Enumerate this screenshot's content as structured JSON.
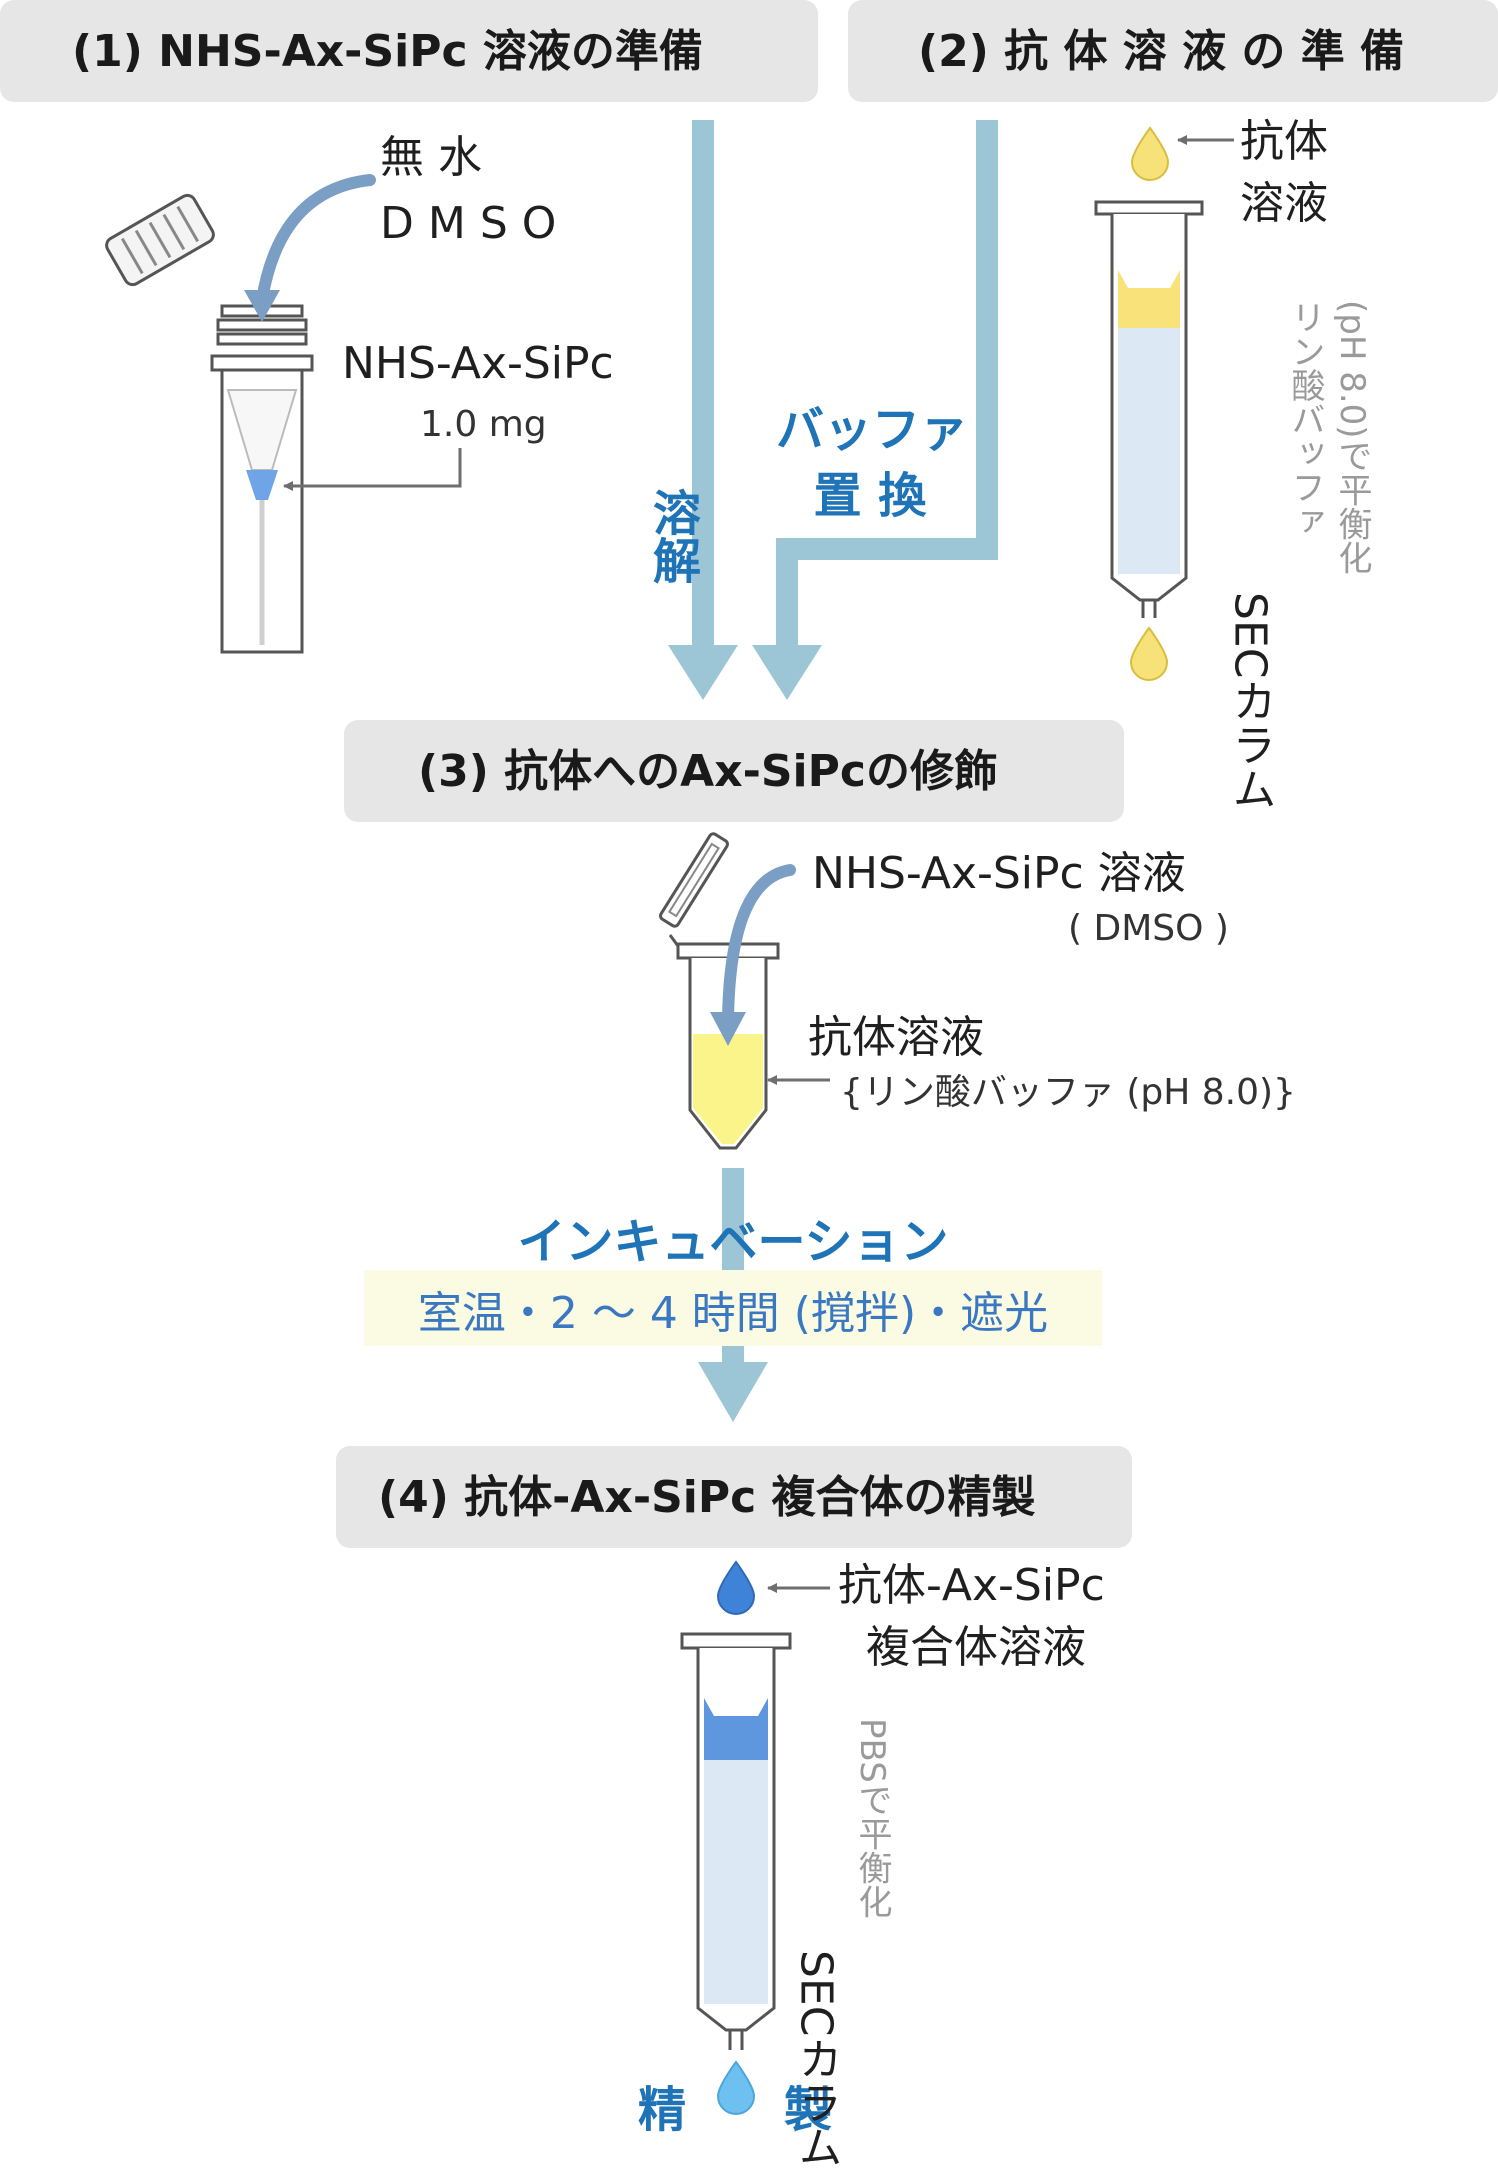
{
  "step1": {
    "title": "(1) NHS-Ax-SiPc 溶液の準備",
    "solvent_line1": "無 水",
    "solvent_line2": "D M S O",
    "reagent_name": "NHS-Ax-SiPc",
    "reagent_amount": "1.0 mg"
  },
  "step2": {
    "title": "(2) 抗 体 溶 液 の 準 備",
    "input_line1": "抗体",
    "input_line2": "溶液",
    "column_label": "SECカラム",
    "column_buffer_line1": "リン酸バッファ",
    "column_buffer_line2": "(pH 8.0)で平衡化"
  },
  "step3": {
    "title": "(3) 抗体へのAx-SiPcの修飾",
    "reagent_line1": "NHS-Ax-SiPc 溶液",
    "reagent_line2": "( DMSO )",
    "antibody_line1": "抗体溶液",
    "antibody_line2": "{リン酸バッファ (pH 8.0)}"
  },
  "step4": {
    "title": "(4) 抗体-Ax-SiPc 複合体の精製",
    "input_line1": "抗体-Ax-SiPc",
    "input_line2": "複合体溶液",
    "column_label": "SECカラム",
    "column_buffer": "PBSで平衡化"
  },
  "flows": {
    "dissolve": "溶解",
    "buffer_exchange_line1": "バッファ",
    "buffer_exchange_line2": "置 換",
    "incubation": "インキュベーション",
    "incubation_conditions": "室温・2 〜 4 時間 (撹拌)・遮光",
    "purify_left": "精",
    "purify_right": "製"
  },
  "colors": {
    "header_bg": "#e6e6e6",
    "flow_arrow": "#9cc6d6",
    "accent_blue": "#1f73b7",
    "antibody_yellow": "#f7e27a",
    "conjugate_blue": "#3f83d8"
  }
}
